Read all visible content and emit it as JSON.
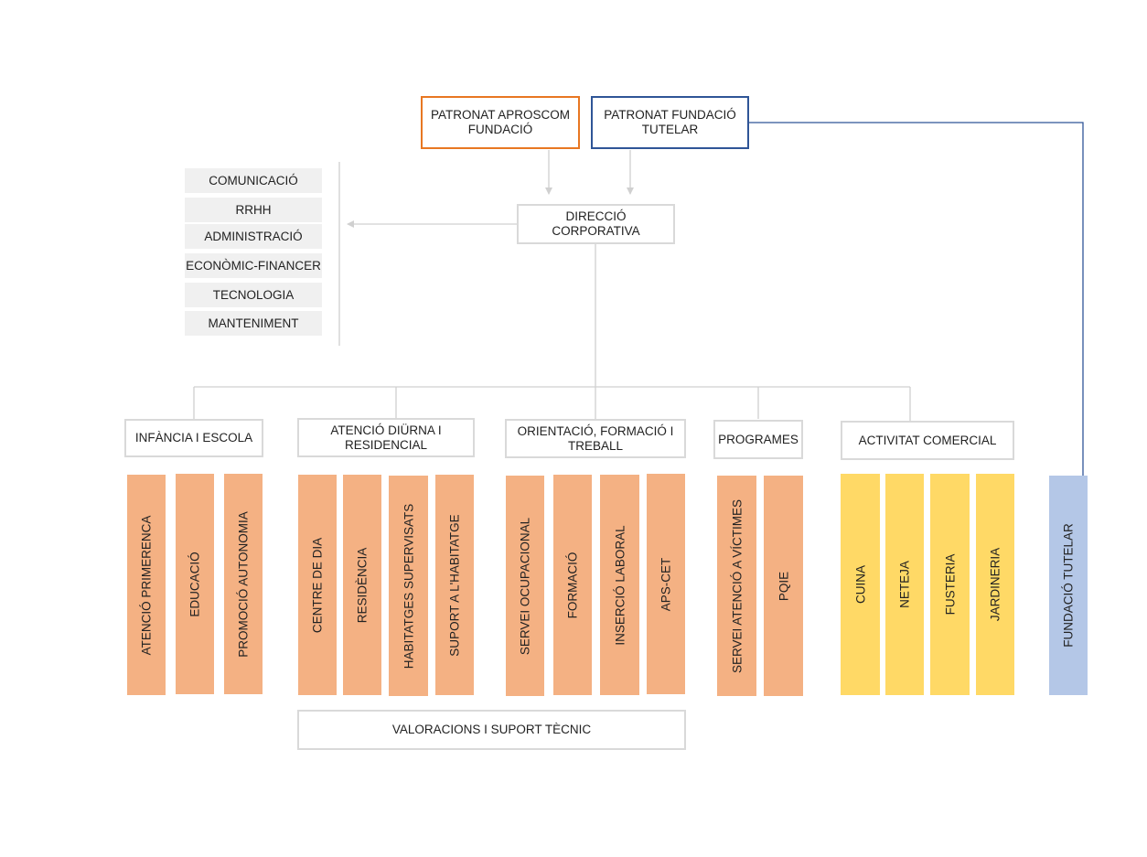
{
  "colors": {
    "orange_border": "#e87722",
    "blue_border": "#2f5597",
    "service_orange": "#f4b183",
    "commercial_yellow": "#ffd966",
    "tutelar_blue": "#b4c7e7",
    "connector_gray": "#d0d0d0",
    "connector_blue": "#2f5597",
    "side_fill": "#f0f0f0"
  },
  "top": {
    "aproscom": "PATRONAT APROSCOM FUNDACIÓ",
    "tutelar": "PATRONAT FUNDACIÓ TUTELAR",
    "direccio": "DIRECCIÓ CORPORATIVA"
  },
  "side_units": [
    "COMUNICACIÓ",
    "RRHH",
    "ADMINISTRACIÓ",
    "ECONÒMIC-FINANCER",
    "TECNOLOGIA",
    "MANTENIMENT"
  ],
  "areas": [
    "INFÀNCIA I ESCOLA",
    "ATENCIÓ DIÜRNA I RESIDENCIAL",
    "ORIENTACIÓ, FORMACIÓ I TREBALL",
    "PROGRAMES",
    "ACTIVITAT COMERCIAL"
  ],
  "services": {
    "infancia": [
      "ATENCIÓ PRIMERENCA",
      "EDUCACIÓ",
      "PROMOCIÓ AUTONOMIA"
    ],
    "diurna": [
      "CENTRE DE DIA",
      "RESIDÈNCIA",
      "HABITATGES SUPERVISATS",
      "SUPORT A L'HABITATGE"
    ],
    "orientacio": [
      "SERVEI OCUPACIONAL",
      "FORMACIÓ",
      "INSERCIÓ LABORAL",
      "APS-CET"
    ],
    "programes": [
      "SERVEI ATENCIÓ A VÍCTIMES",
      "PQIE"
    ],
    "comercial": [
      "CUINA",
      "NETEJA",
      "FUSTERIA",
      "JARDINERIA"
    ],
    "tutelar": "FUNDACIÓ TUTELAR"
  },
  "valoracions": "VALORACIONS I SUPORT TÈCNIC"
}
